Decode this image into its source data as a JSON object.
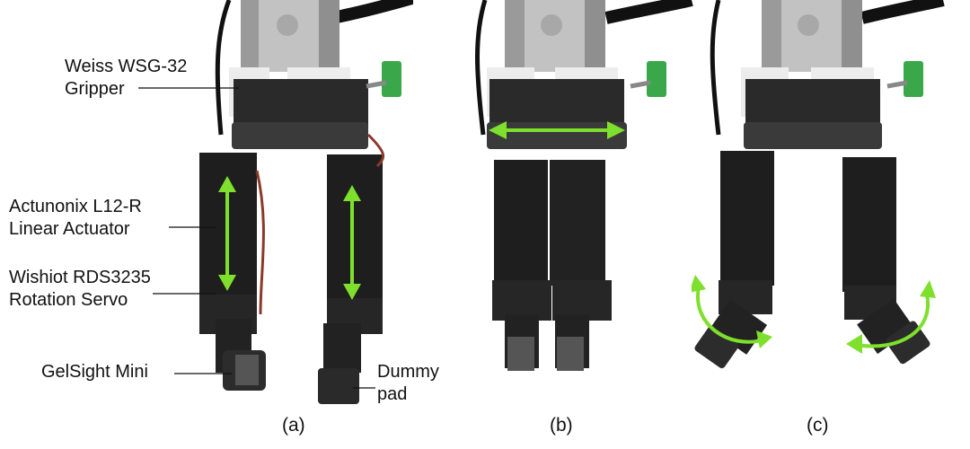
{
  "figure": {
    "panels": [
      {
        "id": "a",
        "caption": "(a)"
      },
      {
        "id": "b",
        "caption": "(b)"
      },
      {
        "id": "c",
        "caption": "(c)"
      }
    ],
    "callouts": {
      "gripper_line1": "Weiss WSG-32",
      "gripper_line2": "Gripper",
      "actuator_line1": "Actunonix L12-R",
      "actuator_line2": "Linear Actuator",
      "servo_line1": "Wishiot RDS3235",
      "servo_line2": "Rotation Servo",
      "sensor": "GelSight Mini",
      "dummy_line1": "Dummy",
      "dummy_line2": "pad"
    },
    "colors": {
      "arrow": "#7ee02c",
      "metal": "#bfbfbf",
      "body_dark": "#1e1e1e",
      "white_part": "#ececec",
      "connector_green": "#3aa84a"
    }
  }
}
